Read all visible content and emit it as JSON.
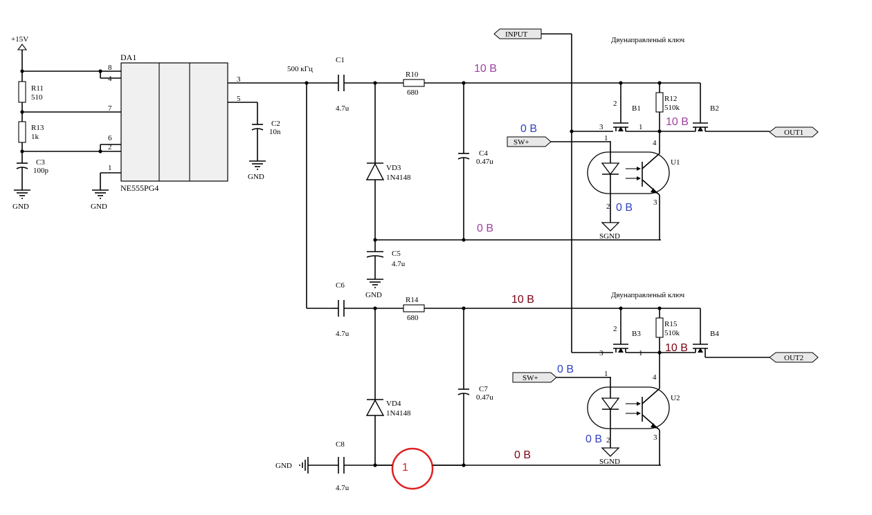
{
  "colors": {
    "purple": "#a040a0",
    "blue": "#3040c0",
    "darkred": "#7a0010",
    "marker": "#e02020"
  },
  "power": {
    "vcc": "+15V",
    "gnd": "GND",
    "sgnd": "SGND"
  },
  "ic": {
    "ref": "DA1",
    "part": "NE555PG4",
    "pins": [
      "8",
      "4",
      "7",
      "6",
      "2",
      "1",
      "3",
      "5"
    ]
  },
  "net_freq": "500 кГц",
  "components": {
    "r11": {
      "ref": "R11",
      "val": "510"
    },
    "r13": {
      "ref": "R13",
      "val": "1k"
    },
    "c3": {
      "ref": "C3",
      "val": "100p"
    },
    "c2": {
      "ref": "C2",
      "val": "10n"
    },
    "c1": {
      "ref": "C1",
      "val": "4.7u"
    },
    "r10": {
      "ref": "R10",
      "val": "680"
    },
    "vd3": {
      "ref": "VD3",
      "val": "1N4148"
    },
    "c4": {
      "ref": "C4",
      "val": "0.47u"
    },
    "c5": {
      "ref": "C5",
      "val": "4.7u"
    },
    "c6": {
      "ref": "C6",
      "val": "4.7u"
    },
    "r14": {
      "ref": "R14",
      "val": "680"
    },
    "vd4": {
      "ref": "VD4",
      "val": "1N4148"
    },
    "c7": {
      "ref": "C7",
      "val": "0.47u"
    },
    "c8": {
      "ref": "C8",
      "val": "4.7u"
    },
    "r12": {
      "ref": "R12",
      "val": "510k"
    },
    "r15": {
      "ref": "R15",
      "val": "510k"
    },
    "b1": "B1",
    "b2": "B2",
    "b3": "B3",
    "b4": "B4",
    "u1": "U1",
    "u2": "U2"
  },
  "ports": {
    "input": "INPUT",
    "out1": "OUT1",
    "out2": "OUT2",
    "sw": "SW+"
  },
  "titles": {
    "switch": "Двунаправленый ключ"
  },
  "fet_pins": {
    "p1": "1",
    "p2": "2",
    "p3": "3"
  },
  "opto_pins": {
    "p1": "1",
    "p2": "2",
    "p3": "3",
    "p4": "4"
  },
  "voltages": {
    "v10": "10 В",
    "v0": "0 В"
  },
  "marker_label": "1"
}
